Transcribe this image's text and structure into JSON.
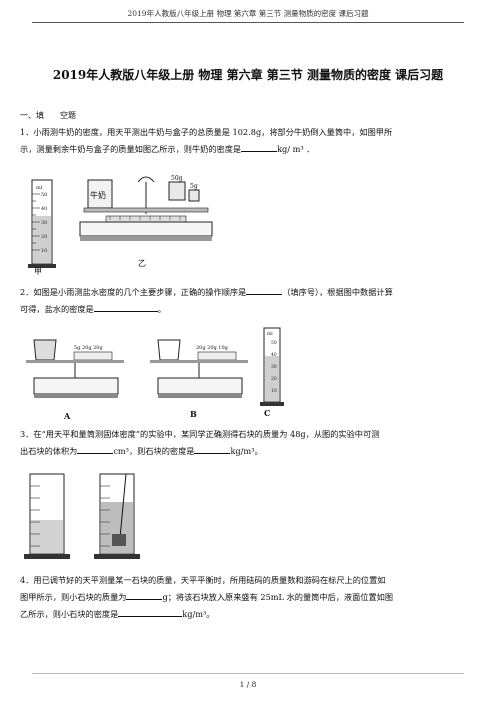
{
  "header": {
    "text": "2019年人教版八年级上册 物理 第六章 第三节 测量物质的密度 课后习题"
  },
  "title": "2019年人教版八年级上册  物理  第六章  第三节  测量物质的密度  课后习题",
  "section": "一、填　　空题",
  "q1": {
    "a": "1．小雨测牛奶的密度，用天平测出牛奶与盒子的总质量是 102.8g，将部分牛奶倒入量筒中，如图甲所",
    "b": "示，测量剩余牛奶与盒子的质量如图乙所示，则牛奶的密度是",
    "c": "kg/ m³ ．",
    "cap_jia": "甲",
    "cap_yi": "乙",
    "milk": "牛奶",
    "w50": "50g",
    "w5": "5g",
    "cyl_unit": "ml",
    "cyl_ticks": [
      "50",
      "40",
      "30",
      "20",
      "10"
    ]
  },
  "q2": {
    "a": "2．如图是小雨测盐水密度的几个主要步骤，正确的操作顺序是",
    "b": "（填序号），根据图中数据计算",
    "c": "可得，盐水的密度是",
    "d": "。",
    "labels": [
      "A",
      "B",
      "C"
    ],
    "weights_a": "5g 20g 20g",
    "weights_b": "20g 20g 10g",
    "cyl_unit": "ml",
    "cyl_ticks": [
      "50",
      "40",
      "30",
      "20",
      "10"
    ]
  },
  "q3": {
    "a": "3．在“用天平和量筒测固体密度”的实验中，某同学正确测得石块的质量为 48g，从图的实验中可测",
    "b": "出石块的体积为",
    "c": "cm³，则石块的密度是",
    "d": "kg/m³。"
  },
  "q4": {
    "a": "4．用已调节好的天平测量某一石块的质量，天平平衡时，所用砝码的质量数和游码在标尺上的位置如",
    "b": "图甲所示，则小石块的质量为",
    "c": "g；将该石块放入原来盛有 25mL 水的量筒中后，液面位置如图",
    "d": "乙所示，则小石块的密度是",
    "e": "kg/m³。"
  },
  "footer": "1  /  8"
}
